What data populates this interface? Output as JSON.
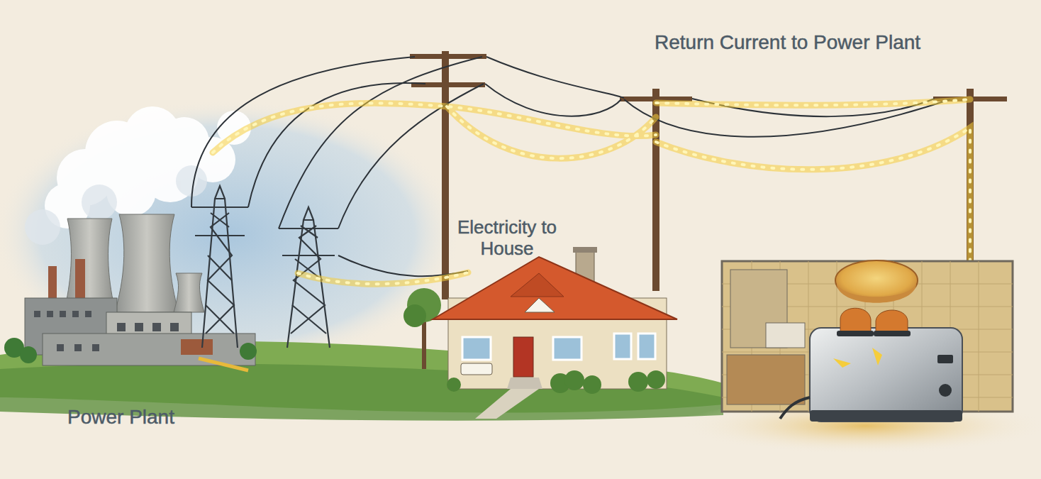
{
  "diagram": {
    "labels": [
      "Power Plant",
      "Electricity to House",
      "Return Current to Power Plant"
    ]
  }
}
